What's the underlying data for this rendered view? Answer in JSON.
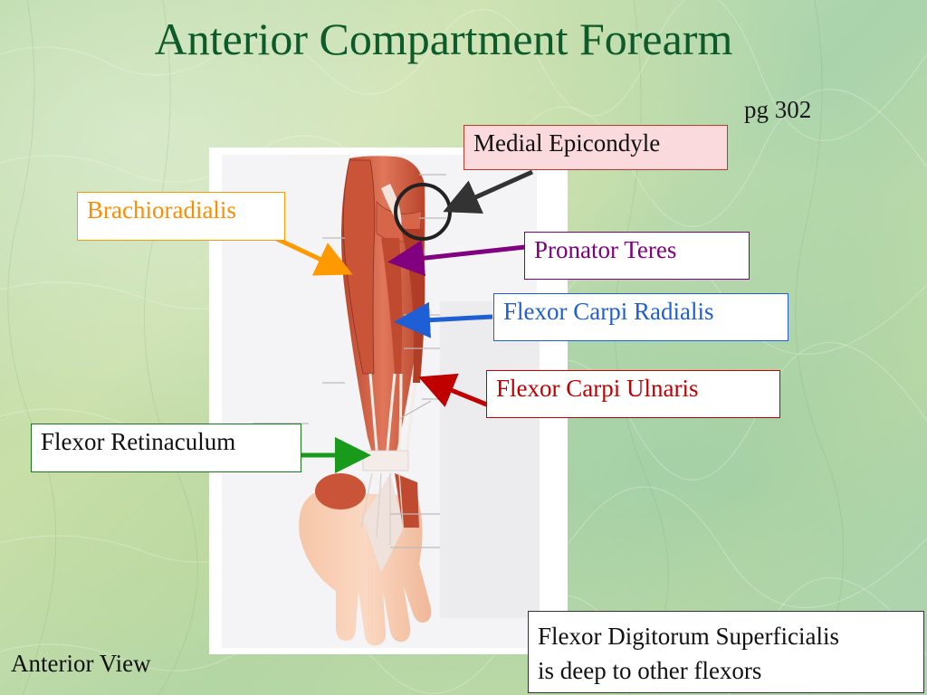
{
  "slide": {
    "title": "Anterior Compartment Forearm",
    "page_ref": "pg 302",
    "view_caption": "Anterior View"
  },
  "labels": {
    "medial_epicondyle": "Medial Epicondyle",
    "brachioradialis": "Brachioradialis",
    "pronator_teres": "Pronator Teres",
    "flexor_carpi_radialis": "Flexor Carpi Radialis",
    "flexor_carpi_ulnaris": "Flexor Carpi Ulnaris",
    "flexor_retinaculum": "Flexor Retinaculum"
  },
  "note": {
    "line1": "Flexor Digitorum Superficialis",
    "line2": "is deep to other flexors"
  },
  "colors": {
    "title": "#0d5a2a",
    "brachioradialis_arrow": "#ff9900",
    "pronator_arrow": "#800080",
    "fcr_arrow": "#1f5fd6",
    "fcu_arrow": "#c00000",
    "retinaculum_arrow": "#1a9a1a",
    "epicondyle_arrow": "#333333"
  }
}
